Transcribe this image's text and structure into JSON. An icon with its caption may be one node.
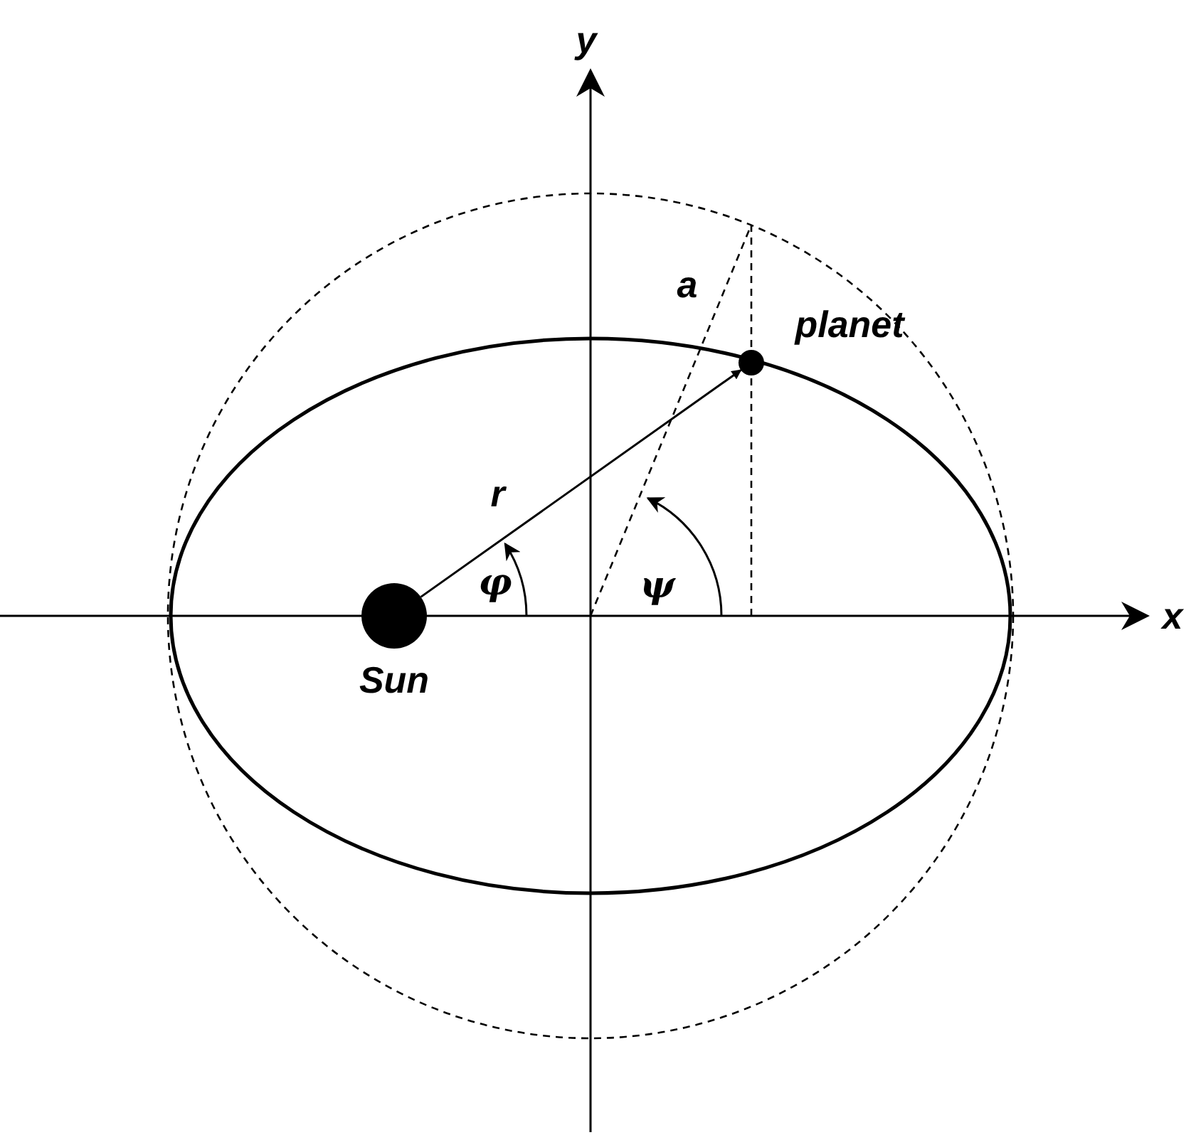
{
  "diagram": {
    "nodes": [
      {
        "text": [],
        "shape": "circle",
        "beside": [
          "Sun"
        ]
      },
      {
        "text": [],
        "shape": "circle",
        "beside": [
          "planet"
        ]
      }
    ],
    "edges": [
      {
        "from": 0,
        "to": 1,
        "arrow": "to",
        "label": "r"
      }
    ],
    "labels": [
      "y",
      "a",
      "φ",
      "ψ",
      "x"
    ]
  }
}
